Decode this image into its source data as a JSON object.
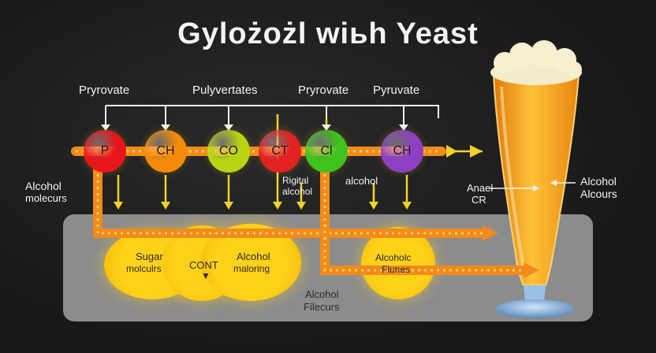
{
  "title": "Gylożożl wiьh Yeast",
  "top_labels": [
    "Pryrovate",
    "Pulyvertates",
    "Pryrovate",
    "Pyruvate"
  ],
  "nodes": [
    {
      "label": "P",
      "color": "#e8151b"
    },
    {
      "label": "CH",
      "color": "#f58a07"
    },
    {
      "label": "CO",
      "color": "#b8d412"
    },
    {
      "label": "CT",
      "color": "#e42121"
    },
    {
      "label": "Cl",
      "color": "#3fc41d"
    },
    {
      "label": "CH",
      "color": "#8e3fc6"
    }
  ],
  "side_labels": {
    "left": [
      "Alcohol",
      "molecurs"
    ],
    "mid1": [
      "Rigital",
      "alcohol"
    ],
    "mid2": "alcohol",
    "glass_left": [
      "Anael",
      "CR"
    ],
    "glass_right": [
      "Alcohol",
      "Alcours"
    ]
  },
  "blobs": {
    "left": [
      "Sugar",
      "molculrs"
    ],
    "center": "CONT",
    "right": [
      "Alcohol",
      "maloring"
    ],
    "far": [
      "Alcoholc",
      "Flunes"
    ]
  },
  "bottom_label": [
    "Alcohol",
    "Filecurs"
  ],
  "colors": {
    "arrow": "#f2d22a",
    "pipe": "#f28a1c",
    "beer": "#f2a020",
    "foam": "#f3ecc8"
  }
}
